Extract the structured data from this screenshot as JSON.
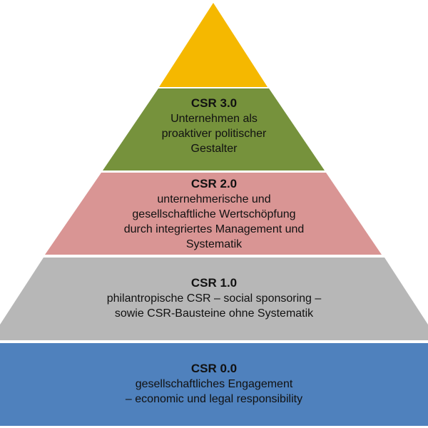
{
  "colors": {
    "top": "#f5b800",
    "csr3": "#76923c",
    "csr2": "#d99594",
    "csr1": "#b7b7b7",
    "csr0": "#4f81bd",
    "divider": "#ffffff"
  },
  "tiers": {
    "top": {
      "title": "",
      "lines": []
    },
    "csr3": {
      "title": "CSR  3.0",
      "line1": "Unternehmen als",
      "line2": "proaktiver politischer",
      "line3": "Gestalter"
    },
    "csr2": {
      "title": "CSR 2.0",
      "line1": "unternehmerische und",
      "line2": "gesellschaftliche Wertschöpfung",
      "line3": "durch integriertes Management und",
      "line4": "Systematik"
    },
    "csr1": {
      "title": "CSR 1.0",
      "line1": "philantropische CSR – social sponsoring –",
      "line2": "sowie CSR-Bausteine ohne Systematik"
    },
    "csr0": {
      "title": "CSR 0.0",
      "line1": "gesellschaftliches Engagement",
      "line2": "– economic und legal responsibility"
    }
  }
}
